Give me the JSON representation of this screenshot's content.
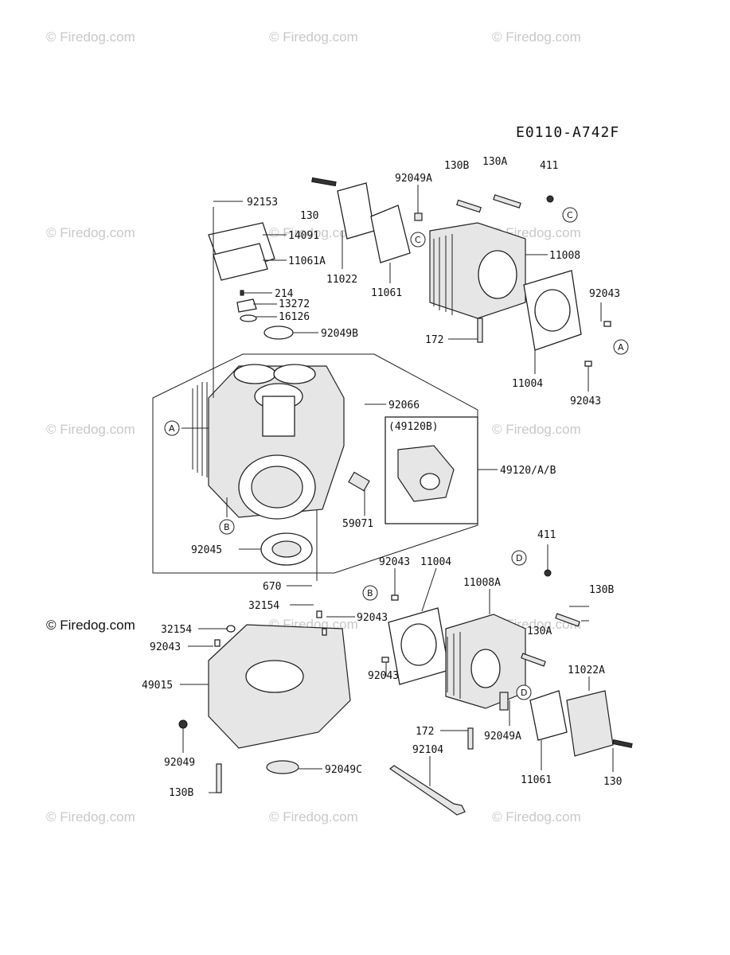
{
  "diagram_code": "E0110-A742F",
  "watermark": "© Firedog.com",
  "inset_label": "(49120B)",
  "callouts": {
    "A": "A",
    "B": "B",
    "C": "C",
    "D": "D"
  },
  "labels": {
    "p92153": "92153",
    "p130_top": "130",
    "p14091": "14091",
    "p11061A": "11061A",
    "p11022": "11022",
    "p92049A_top": "92049A",
    "p11061_top": "11061",
    "p130B_top": "130B",
    "p130A_top": "130A",
    "p411_top": "411",
    "p11008": "11008",
    "p92043_r1": "92043",
    "p11004_top": "11004",
    "p92043_r2": "92043",
    "p172_top": "172",
    "p214": "214",
    "p13272": "13272",
    "p16126": "16126",
    "p92049B": "92049B",
    "p92066": "92066",
    "p49120": "49120/A/B",
    "p59071": "59071",
    "p92045": "92045",
    "p670": "670",
    "p32154_a": "32154",
    "p92043_mid": "92043",
    "p32154_b": "32154",
    "p92043_l": "92043",
    "p49015": "49015",
    "p92049": "92049",
    "p130B_bot": "130B",
    "p92049C": "92049C",
    "p92043_b1": "92043",
    "p11004_bot": "11004",
    "p11008A": "11008A",
    "p411_bot": "411",
    "p130B_r": "130B",
    "p130A_r": "130A",
    "p92043_b2": "92043",
    "p11022A": "11022A",
    "p172_bot": "172",
    "p92049A_bot": "92049A",
    "p92104": "92104",
    "p11061_bot": "11061",
    "p130_bot": "130"
  }
}
